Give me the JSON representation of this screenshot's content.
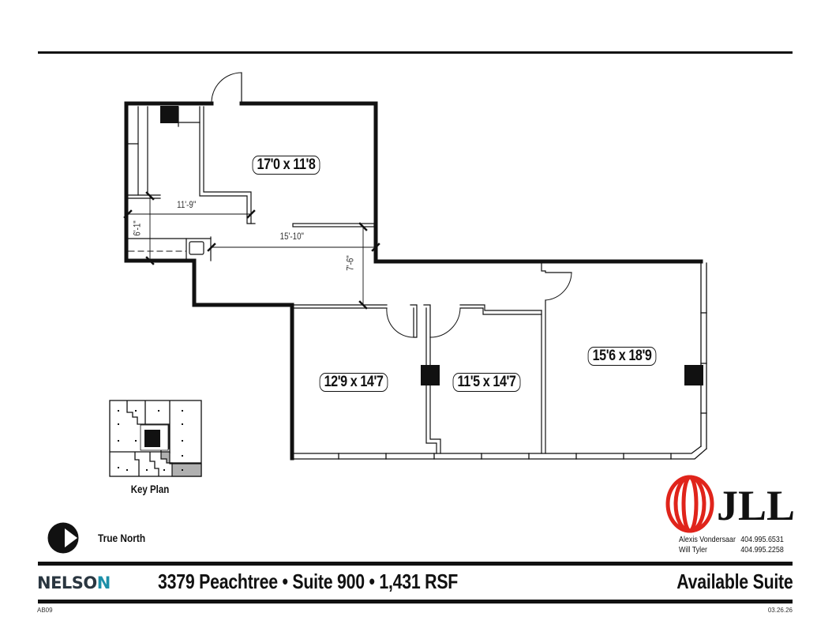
{
  "header": {
    "rule": "top-divider"
  },
  "floor_plan": {
    "rooms": [
      {
        "id": "office-a",
        "label": "17'0 x 11'8"
      },
      {
        "id": "office-b",
        "label": "12'9 x 14'7"
      },
      {
        "id": "office-c",
        "label": "11'5 x 14'7"
      },
      {
        "id": "office-d",
        "label": "15'6 x 18'9"
      }
    ],
    "dimensions": {
      "d1": "11'-9\"",
      "d2": "6'-1\"",
      "d3": "15'-10\"",
      "d4": "7'-6\""
    }
  },
  "key_plan": {
    "label": "Key Plan",
    "highlight_color": "#b0b0b0"
  },
  "compass": {
    "label": "True North",
    "icon": "north-arrow-icon"
  },
  "broker": {
    "logo_text": "JLL",
    "logo_color": "#e0241b",
    "contacts": [
      {
        "name": "Alexis Vondersaar",
        "phone": "404.995.6531"
      },
      {
        "name": "Will Tyler",
        "phone": "404.995.2258"
      }
    ]
  },
  "footer": {
    "brand_main": "NELSO",
    "brand_accent": "N",
    "brand_accent_color": "#1c8fa8",
    "headline": "3379 Peachtree • Suite 900 • 1,431 RSF",
    "status": "Available Suite",
    "code": "AB09",
    "date": "03.26.26"
  }
}
